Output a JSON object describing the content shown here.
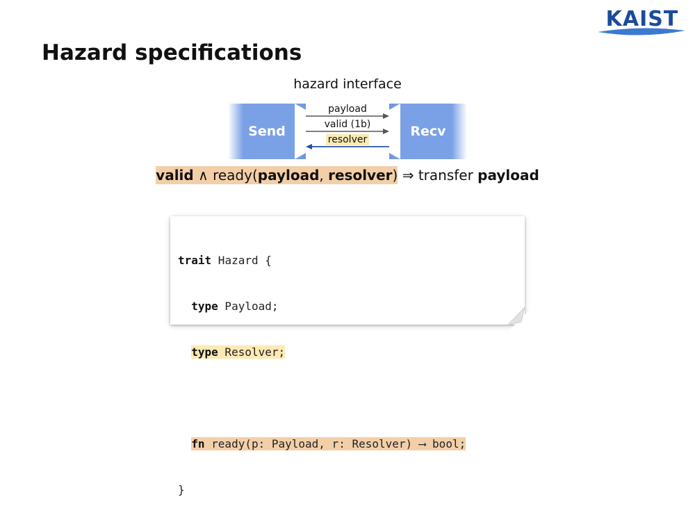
{
  "logo": {
    "text": "KAIST",
    "colors": {
      "text": "#1b4b9b",
      "swoosh": "#3c7ad1"
    }
  },
  "slide": {
    "title": "Hazard specifications"
  },
  "diagram": {
    "title": "hazard interface",
    "sender": "Send",
    "receiver": "Recv",
    "signals": [
      {
        "label": "payload",
        "direction": "send-to-recv"
      },
      {
        "label": "valid (1b)",
        "direction": "send-to-recv"
      },
      {
        "label": "resolver",
        "direction": "recv-to-send",
        "highlight": "#fbeab3"
      }
    ],
    "colors": {
      "box": "#7aa0e6",
      "forward_arrow": "#555555",
      "backward_arrow": "#2a4fa8"
    }
  },
  "formula": {
    "valid": "valid",
    "and": " ∧ ready(",
    "payload": "payload",
    "comma": ", ",
    "resolver": "resolver",
    "close": ")",
    "implies": " ⇒ transfer ",
    "payload2": "payload"
  },
  "code": {
    "line1": {
      "kw": "trait",
      "rest": " Hazard {"
    },
    "line2": {
      "indent": "  ",
      "kw": "type",
      "rest": " Payload;"
    },
    "line3": {
      "indent": "  ",
      "kw": "type",
      "rest": " Resolver;"
    },
    "line5": {
      "indent": "  ",
      "kw": "fn",
      "rest": " ready(p: Payload, r: Resolver) ⟶ bool;"
    },
    "line6": {
      "text": "}"
    },
    "highlight_colors": {
      "resolver_type": "#fbeab3",
      "ready_fn": "#f3cfa8"
    }
  }
}
